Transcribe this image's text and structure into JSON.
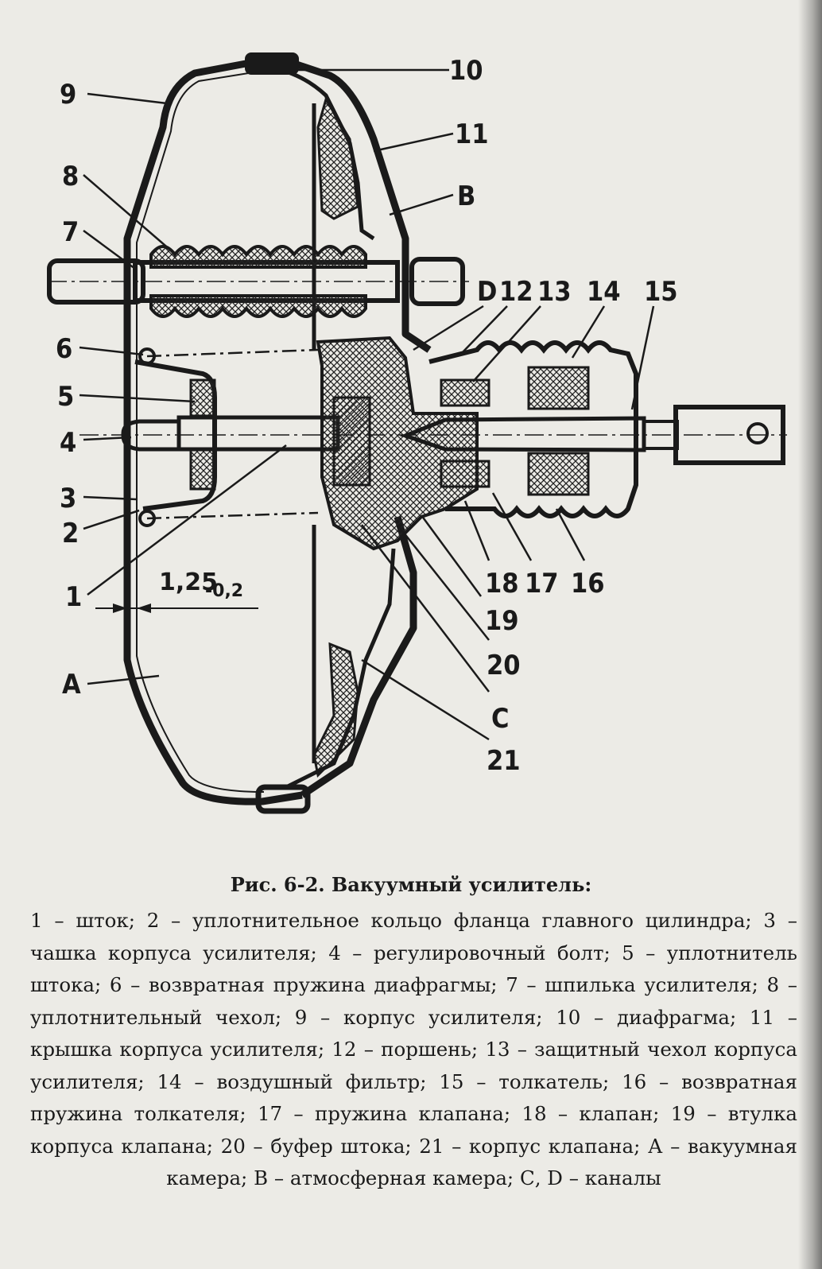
{
  "callouts": {
    "c1": "1",
    "c2": "2",
    "c3": "3",
    "c4": "4",
    "c5": "5",
    "c6": "6",
    "c7": "7",
    "c8": "8",
    "c9": "9",
    "c10": "10",
    "c11": "11",
    "c12": "12",
    "c13": "13",
    "c14": "14",
    "c15": "15",
    "c16": "16",
    "c17": "17",
    "c18": "18",
    "c19": "19",
    "c20": "20",
    "c21": "21",
    "cA": "A",
    "cB": "В",
    "cC": "С",
    "cD": "D"
  },
  "dimension": {
    "value": "1,25",
    "tolerance": "-0,2"
  },
  "caption": {
    "title": "Рис. 6-2. Вакуумный усилитель:",
    "body": "1 – шток; 2 – уплотнительное кольцо фланца главного цилиндра; 3 – чашка корпуса усилителя; 4 – регулировочный болт; 5 – уплотнитель штока; 6 – возвратная пружина диафрагмы; 7 – шпилька усилителя; 8 – уплотнительный чехол; 9 – корпус усилителя; 10 – диафрагма; 11 – крышка корпуса усилителя; 12 – поршень; 13 – защитный чехол корпуса усилителя; 14 – воздушный фильтр; 15 – толкатель; 16 – возвратная пружина толкателя; 17 – пружина клапана; 18 – клапан; 19 – втулка корпуса клапана; 20 – буфер штока; 21 – корпус клапана; А – вакуумная камера; В – атмосферная камера; С, D – каналы"
  }
}
